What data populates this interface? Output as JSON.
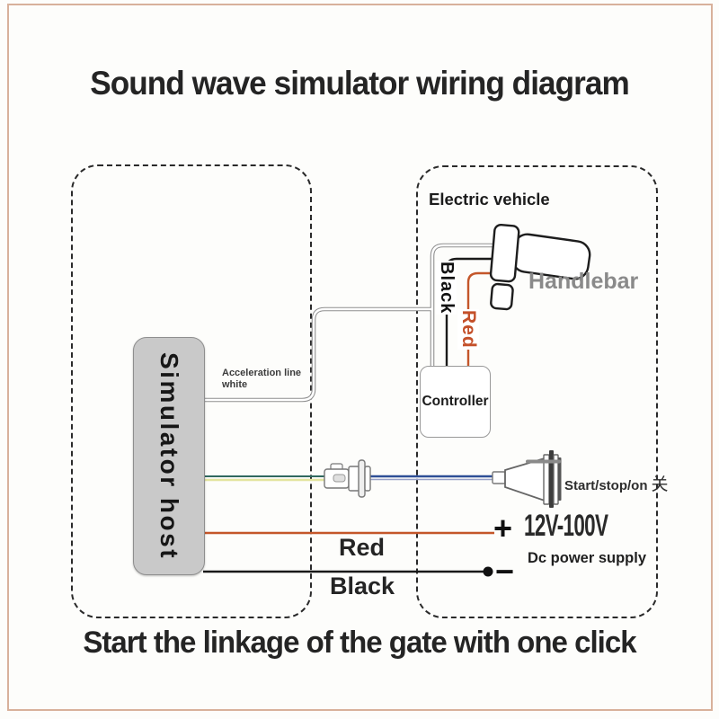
{
  "title_top": "Sound wave simulator wiring diagram",
  "title_bottom": "Start the linkage of the gate with one click",
  "simulator": {
    "label": "Simulator host"
  },
  "vehicle": {
    "label": "Electric vehicle",
    "handlebar": "Handlebar",
    "controller": "Controller"
  },
  "acceleration": {
    "line1": "Acceleration line",
    "line2": "white"
  },
  "wire_labels": {
    "black_vertical": "Black",
    "red_vertical": "Red",
    "red_power": "Red",
    "black_power": "Black"
  },
  "switch": {
    "label": "Start/stop/on",
    "cn": "关"
  },
  "power": {
    "plus": "+",
    "minus": "−",
    "voltage": "12V-100V",
    "label": "Dc power supply"
  },
  "colors": {
    "frame_border": "#d8b19b",
    "red_wire": "#c4562a",
    "black_wire": "#1a1a1a",
    "teal_wire": "#30695f",
    "yellow_wire": "#e3e49f",
    "blue_wire": "#2f4f96",
    "gray_box": "#c9c9c9"
  }
}
